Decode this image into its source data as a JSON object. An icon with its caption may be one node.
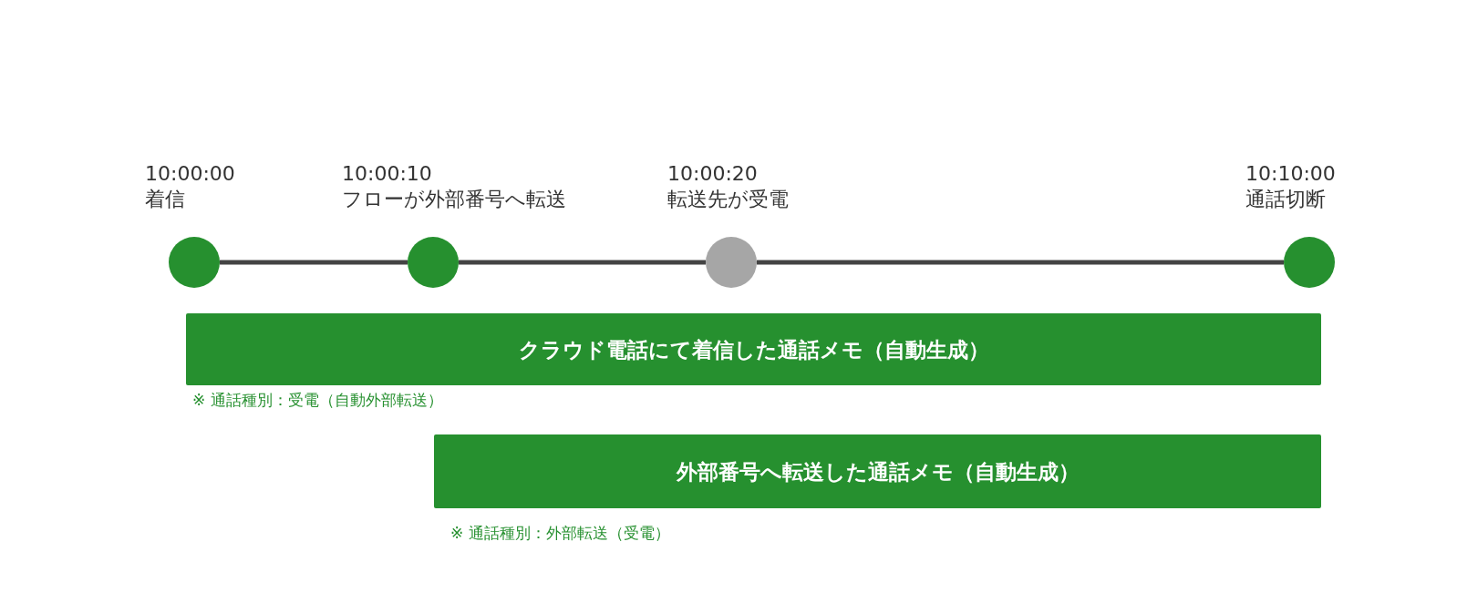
{
  "diagram": {
    "nodes": [
      {
        "text": [],
        "shape": "circle",
        "beside": [
          "10:00:00",
          "着信"
        ]
      },
      {
        "text": [],
        "shape": "circle",
        "beside": [
          "10:00:10",
          "フローが外部番号へ転送"
        ]
      },
      {
        "text": [],
        "shape": "circle",
        "beside": [
          "10:00:20",
          "転送先が受電"
        ]
      },
      {
        "text": [],
        "shape": "circle",
        "beside": [
          "10:10:00",
          "通話切断"
        ]
      },
      {
        "text": [
          "クラウド電話にて着信した通話メモ（自動生成）"
        ],
        "beside": [
          "※ 通話種別：受電（自動外部転送）"
        ]
      },
      {
        "text": [
          "外部番号へ転送した通話メモ（自動生成）"
        ],
        "beside": [
          "※ 通話種別：外部転送（受電）"
        ]
      }
    ],
    "edges": [
      {
        "from": 0,
        "to": 1,
        "arrow": "none"
      },
      {
        "from": 1,
        "to": 2,
        "arrow": "none"
      },
      {
        "from": 2,
        "to": 3,
        "arrow": "none"
      }
    ]
  }
}
